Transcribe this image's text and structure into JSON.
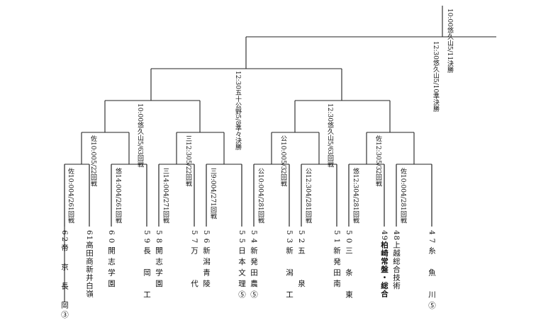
{
  "final": {
    "round": "決勝",
    "date": "5/11",
    "venue": "悠久山",
    "time": "10:00"
  },
  "semifinal": {
    "round": "準決勝",
    "date": "5/10",
    "venue": "悠久山",
    "time": "12:30"
  },
  "quarterfinal": {
    "round": "準々決勝",
    "date": "5/8",
    "venue": "五十公野",
    "time": "12:30"
  },
  "third_round": [
    {
      "round": "3回戦",
      "date": "5/6",
      "venue": "悠久山",
      "time": "10:00"
    },
    {
      "round": "3回戦",
      "date": "5/6",
      "venue": "悠久山",
      "time": "12:30"
    }
  ],
  "second_round": [
    {
      "round": "2回戦",
      "date": "5/2",
      "venue": "佐10:00"
    },
    {
      "round": "2回戦",
      "date": "5/2",
      "venue": "三12:30"
    },
    {
      "round": "2回戦",
      "date": "5/3",
      "venue": "公10:00"
    },
    {
      "round": "2回戦",
      "date": "5/3",
      "venue": "佐12:30"
    }
  ],
  "first_round": [
    {
      "round": "1回戦",
      "date": "4/26",
      "venue": "佐10:00"
    },
    {
      "round": "1回戦",
      "date": "4/26",
      "venue": "悠14:00"
    },
    {
      "round": "1回戦",
      "date": "4/27",
      "venue": "三14:00"
    },
    {
      "round": "1回戦",
      "date": "4/27",
      "venue": "三9:00"
    },
    {
      "round": "1回戦",
      "date": "4/28",
      "venue": "公10:00"
    },
    {
      "round": "1回戦",
      "date": "4/28",
      "venue": "公12:30"
    },
    {
      "round": "1回戦",
      "date": "4/28",
      "venue": "悠12:30"
    },
    {
      "round": "1回戦",
      "date": "4/28",
      "venue": "佐10:00"
    }
  ],
  "teams": [
    {
      "no": "47",
      "name": "糸　魚　川⑤"
    },
    {
      "no": "48",
      "name": "上越総合技術"
    },
    {
      "no": "49",
      "name": "柏崎常盤・総合"
    },
    {
      "no": "50",
      "name": "三　条　東"
    },
    {
      "no": "51",
      "name": "新発田南"
    },
    {
      "no": "52",
      "name": "五　　泉"
    },
    {
      "no": "53",
      "name": "新　潟　工"
    },
    {
      "no": "54",
      "name": "新発田農⑤"
    },
    {
      "no": "55",
      "name": "日本文理⑤"
    },
    {
      "no": "56",
      "name": "新潟青陵"
    },
    {
      "no": "57",
      "name": "万　　代"
    },
    {
      "no": "58",
      "name": "開志学園"
    },
    {
      "no": "59",
      "name": "長　岡　工"
    },
    {
      "no": "60",
      "name": "開志学園"
    },
    {
      "no": "61",
      "name": "高田商新井白嶺"
    },
    {
      "no": "62",
      "name": "帝　京　長　岡③"
    }
  ]
}
